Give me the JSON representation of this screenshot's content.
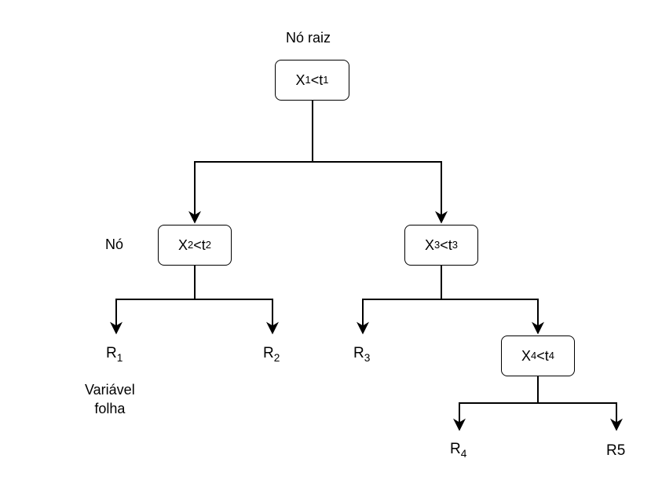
{
  "labels": {
    "root": "Nó raiz",
    "node": "Nó",
    "leaf_line1": "Variável",
    "leaf_line2": "folha"
  },
  "nodes": [
    {
      "var": "X",
      "var_sub": "1",
      "op": "<",
      "thr": "t",
      "thr_sub": "1"
    },
    {
      "var": "X",
      "var_sub": "2",
      "op": "<",
      "thr": "t",
      "thr_sub": "2"
    },
    {
      "var": "X",
      "var_sub": "3",
      "op": "<",
      "thr": "t",
      "thr_sub": "3"
    },
    {
      "var": "X",
      "var_sub": "4",
      "op": "<",
      "thr": "t",
      "thr_sub": "4"
    }
  ],
  "leaves": [
    {
      "base": "R",
      "sub": "1"
    },
    {
      "base": "R",
      "sub": "2"
    },
    {
      "base": "R",
      "sub": "3"
    },
    {
      "base": "R",
      "sub": "4"
    },
    {
      "base": "R",
      "sub": "5"
    }
  ]
}
